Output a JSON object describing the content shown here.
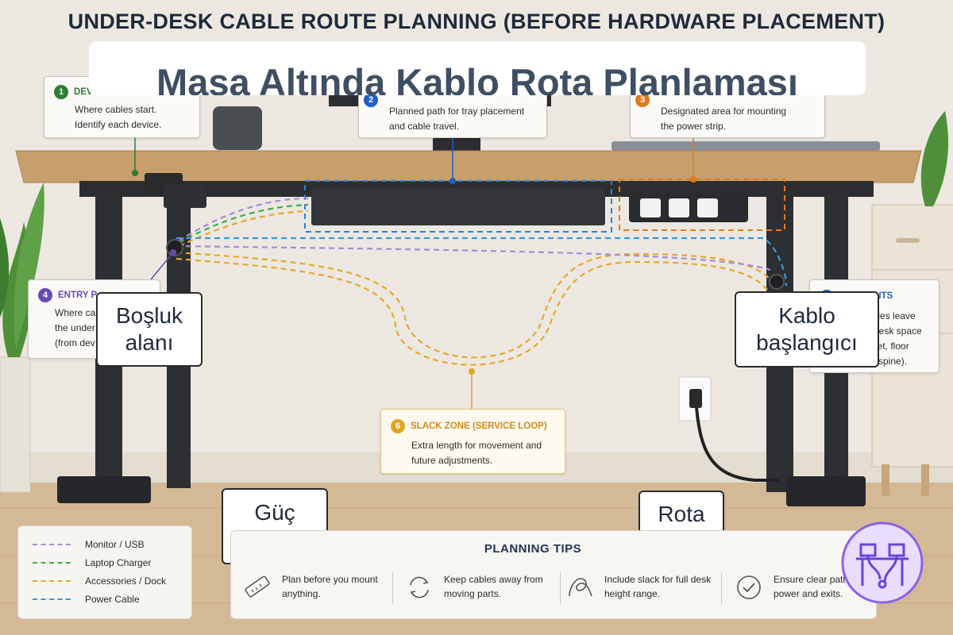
{
  "header": {
    "title": "UNDER-DESK CABLE ROUTE PLANNING (BEFORE HARDWARE PLACEMENT)",
    "overlay_title": "Masa Altında Kablo Rota Planlaması"
  },
  "callouts": {
    "devices": {
      "number": "1",
      "heading": "DEV",
      "line1": "Where cables start.",
      "line2": "Identify each device.",
      "color": "#2e7d32"
    },
    "tray": {
      "number": "2",
      "line1": "Planned path for tray placement",
      "line2": "and cable travel.",
      "color": "#1f5fbf"
    },
    "power_strip": {
      "number": "3",
      "line1": "Designated area for mounting",
      "line2": "the power strip.",
      "color": "#e07b1f"
    },
    "entry": {
      "number": "4",
      "heading": "ENTRY P",
      "line1": "Where ca",
      "line2": "the under",
      "line3": "(from dev",
      "color": "#6a4bb3"
    },
    "exit": {
      "number": "5",
      "heading": "INTS",
      "line1": "ables leave",
      "line2": "r-desk space",
      "line3": "utlet, floor",
      "line4": "or spine).",
      "color": "#1f5fbf"
    },
    "slack": {
      "number": "6",
      "heading": "SLACK ZONE (SERVICE LOOP)",
      "line1": "Extra length for movement and",
      "line2": "future adjustments.",
      "color": "#e0a526"
    }
  },
  "labels": {
    "bosluk": "Boşluk alanı",
    "kablo": "Kablo başlangıcı",
    "guc": "Güç erişimi",
    "rota": "Rota yolu"
  },
  "legend": {
    "items": [
      {
        "label": "Monitor / USB",
        "color": "#a78bd6"
      },
      {
        "label": "Laptop Charger",
        "color": "#3caf4b"
      },
      {
        "label": "Accessories / Dock",
        "color": "#e6a82a"
      },
      {
        "label": "Power Cable",
        "color": "#3a9ad9"
      }
    ]
  },
  "tips": {
    "title": "PLANNING TIPS",
    "items": [
      {
        "line1": "Plan before you mount",
        "line2": "anything.",
        "icon": "ruler-icon"
      },
      {
        "line1": "Keep cables away from",
        "line2": "moving parts.",
        "icon": "cycle-arrows-icon"
      },
      {
        "line1": "Include slack for full desk",
        "line2": "height range.",
        "icon": "cable-loop-icon"
      },
      {
        "line1": "Ensure clear path to",
        "line2": "power and exits.",
        "icon": "check-circle-icon"
      }
    ]
  }
}
